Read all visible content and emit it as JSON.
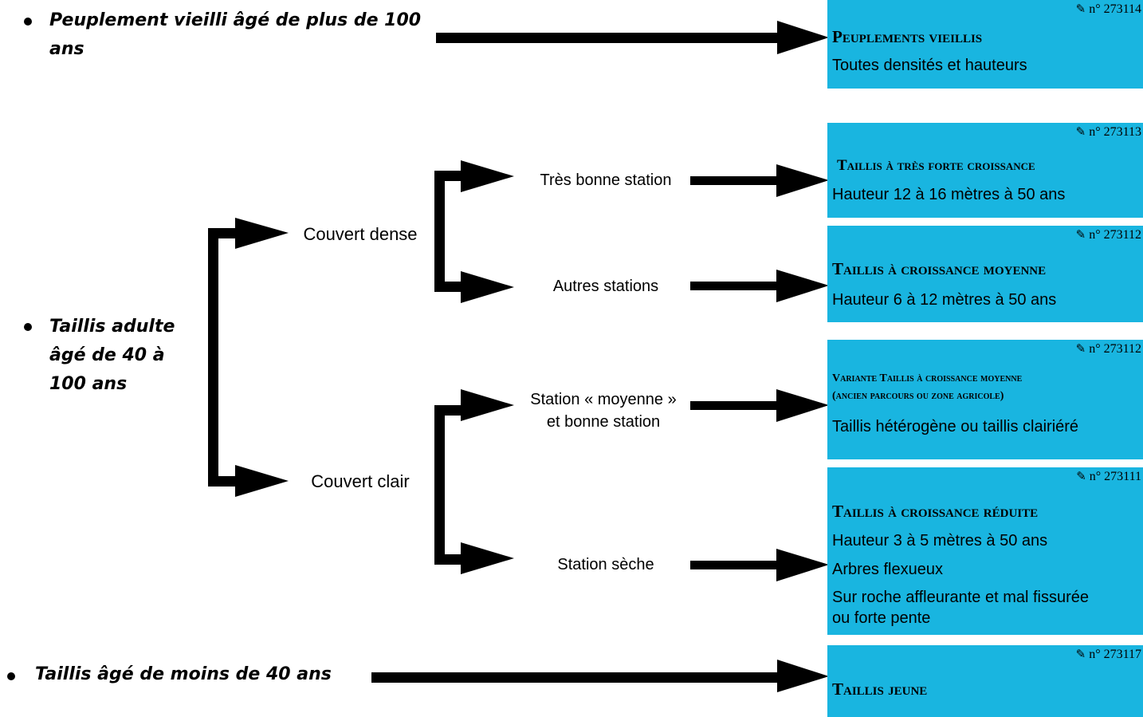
{
  "categories": {
    "old_stands": "Peuplement vieilli âgé de plus de 100 ans",
    "adult_coppice": "Taillis adulte âgé de 40 à 100 ans",
    "young_coppice": "Taillis âgé de moins de 40 ans"
  },
  "nodes": {
    "dense_cover": "Couvert dense",
    "light_cover": "Couvert clair",
    "very_good_station": "Très bonne station",
    "other_stations": "Autres stations",
    "medium_station_line1": "Station « moyenne »",
    "medium_station_line2": "et bonne station",
    "dry_station": "Station sèche"
  },
  "boxes": [
    {
      "ref": "n° 273114",
      "title": "Peuplements vieillis",
      "lines": [
        "Toutes densités et hauteurs"
      ]
    },
    {
      "ref": "n° 273113",
      "title": "Taillis à très forte croissance",
      "lines": [
        "Hauteur 12 à 16 mètres à 50 ans"
      ]
    },
    {
      "ref": "n° 273112",
      "title": "Taillis à croissance moyenne",
      "lines": [
        "Hauteur 6 à 12 mètres à 50 ans"
      ]
    },
    {
      "ref": "n° 273112",
      "title": [
        "Variante Taillis à croissance moyenne",
        "(ancien parcours ou zone agricole)"
      ],
      "lines": [
        "Taillis hétérogène ou taillis clairiéré"
      ]
    },
    {
      "ref": "n° 273111",
      "title": "Taillis à croissance réduite",
      "lines": [
        "Hauteur 3 à 5 mètres à 50 ans",
        "Arbres flexueux",
        "Sur roche affleurante et mal fissurée",
        "ou forte pente"
      ]
    },
    {
      "ref": "n° 273117",
      "title": "Taillis jeune",
      "lines": []
    }
  ],
  "colors": {
    "box_fill": "#19b5e0",
    "arrow": "#000000"
  },
  "icons": {
    "reference": "pencil-icon"
  }
}
